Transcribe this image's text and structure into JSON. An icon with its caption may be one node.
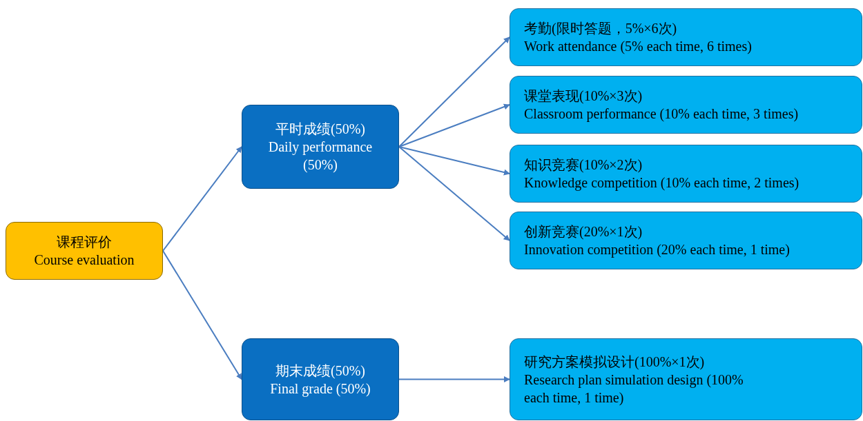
{
  "diagram": {
    "nodes": [
      {
        "text": [
          "课程评价",
          "Course evaluation"
        ]
      },
      {
        "text": [
          "平时成绩(50%)",
          "Daily performance (50%)"
        ]
      },
      {
        "text": [
          "期末成绩(50%)",
          "Final grade (50%)"
        ]
      },
      {
        "text": [
          "考勤(限时答题，5%×6次)",
          "Work attendance (5% each time, 6 times)"
        ]
      },
      {
        "text": [
          "课堂表现(10%×3次)",
          "Classroom performance (10% each time, 3 times)"
        ]
      },
      {
        "text": [
          "知识竞赛(10%×2次)",
          "Knowledge competition (10% each time, 2 times)"
        ]
      },
      {
        "text": [
          "创新竞赛(20%×1次)",
          "Innovation competition (20% each time, 1 time)"
        ]
      },
      {
        "text": [
          "研究方案模拟设计(100%×1次)",
          "Research plan simulation design (100% each time, 1 time)"
        ]
      }
    ],
    "edges": [
      {
        "from": 0,
        "to": 1,
        "arrow": "to"
      },
      {
        "from": 0,
        "to": 2,
        "arrow": "to"
      },
      {
        "from": 1,
        "to": 3,
        "arrow": "to"
      },
      {
        "from": 1,
        "to": 4,
        "arrow": "to"
      },
      {
        "from": 1,
        "to": 5,
        "arrow": "to"
      },
      {
        "from": 1,
        "to": 6,
        "arrow": "to"
      },
      {
        "from": 2,
        "to": 7,
        "arrow": "to"
      }
    ]
  }
}
